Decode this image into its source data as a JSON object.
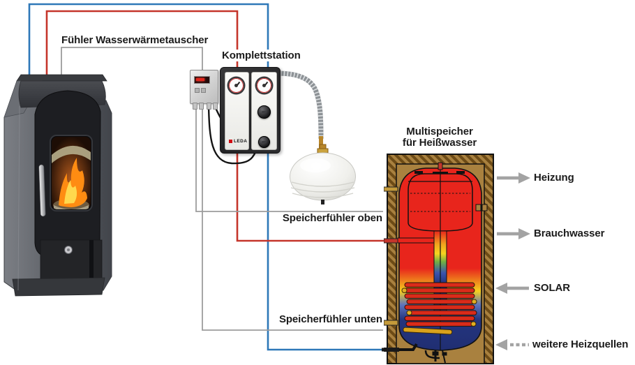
{
  "diagram": {
    "stove_section": {
      "sensor_label": "Fühler Wasserwärmetauscher"
    },
    "station": {
      "label": "Komplettstation",
      "brand": "LEDA"
    },
    "tank": {
      "title_line1": "Multispeicher",
      "title_line2": "für Heißwasser",
      "sensor_top_label": "Speicherfühler oben",
      "sensor_bottom_label": "Speicherfühler unten"
    },
    "connections": [
      {
        "label": "Heizung",
        "direction": "out-right"
      },
      {
        "label": "Brauchwasser",
        "direction": "out-right"
      },
      {
        "label": "SOLAR",
        "direction": "in-left"
      },
      {
        "label": "weitere Heizquellen",
        "direction": "in-left-dashed"
      }
    ],
    "colors": {
      "flow_red": "#c5352b",
      "return_blue": "#2e78b8",
      "sensor_gray": "#9c9c9c",
      "arrow_gray": "#a3a3a3",
      "tank_hot_red": "#e8251c",
      "tank_cold_blue": "#24357f",
      "insulation_brown": "#a9813f",
      "insulation_dark": "#6d4b16",
      "brand_red": "#d00a10"
    }
  }
}
